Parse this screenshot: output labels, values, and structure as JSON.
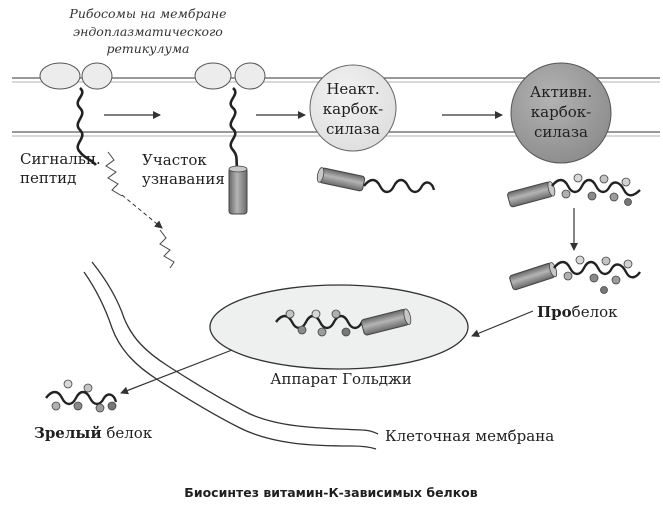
{
  "title_lines": [
    "Рибосомы на мембране",
    "эндоплазматического",
    "ретикулума"
  ],
  "labels": {
    "signal_peptide": [
      "Сигнальн.",
      "пептид"
    ],
    "recognition_site": [
      "Участок",
      "узнавания"
    ],
    "inactive_carboxylase": [
      "Неакт.",
      "карбок-",
      "силаза"
    ],
    "active_carboxylase": [
      "Активн.",
      "карбок-",
      "силаза"
    ],
    "proprotein_bold": "Про",
    "proprotein_rest": "белок",
    "golgi": "Аппарат Гольджи",
    "mature_bold": "Зрелый",
    "mature_rest": " белок",
    "cell_membrane": "Клеточная мембрана"
  },
  "caption": "Биосинтез витамин-К-зависимых белков",
  "colors": {
    "carboxylase_inactive": "#e6e6e6",
    "carboxylase_active": "#9a9a9a",
    "ribosome": "#ececec",
    "golgi_fill": "#eef0f0",
    "cylinder": "#8a8a8a",
    "line": "#333333"
  }
}
